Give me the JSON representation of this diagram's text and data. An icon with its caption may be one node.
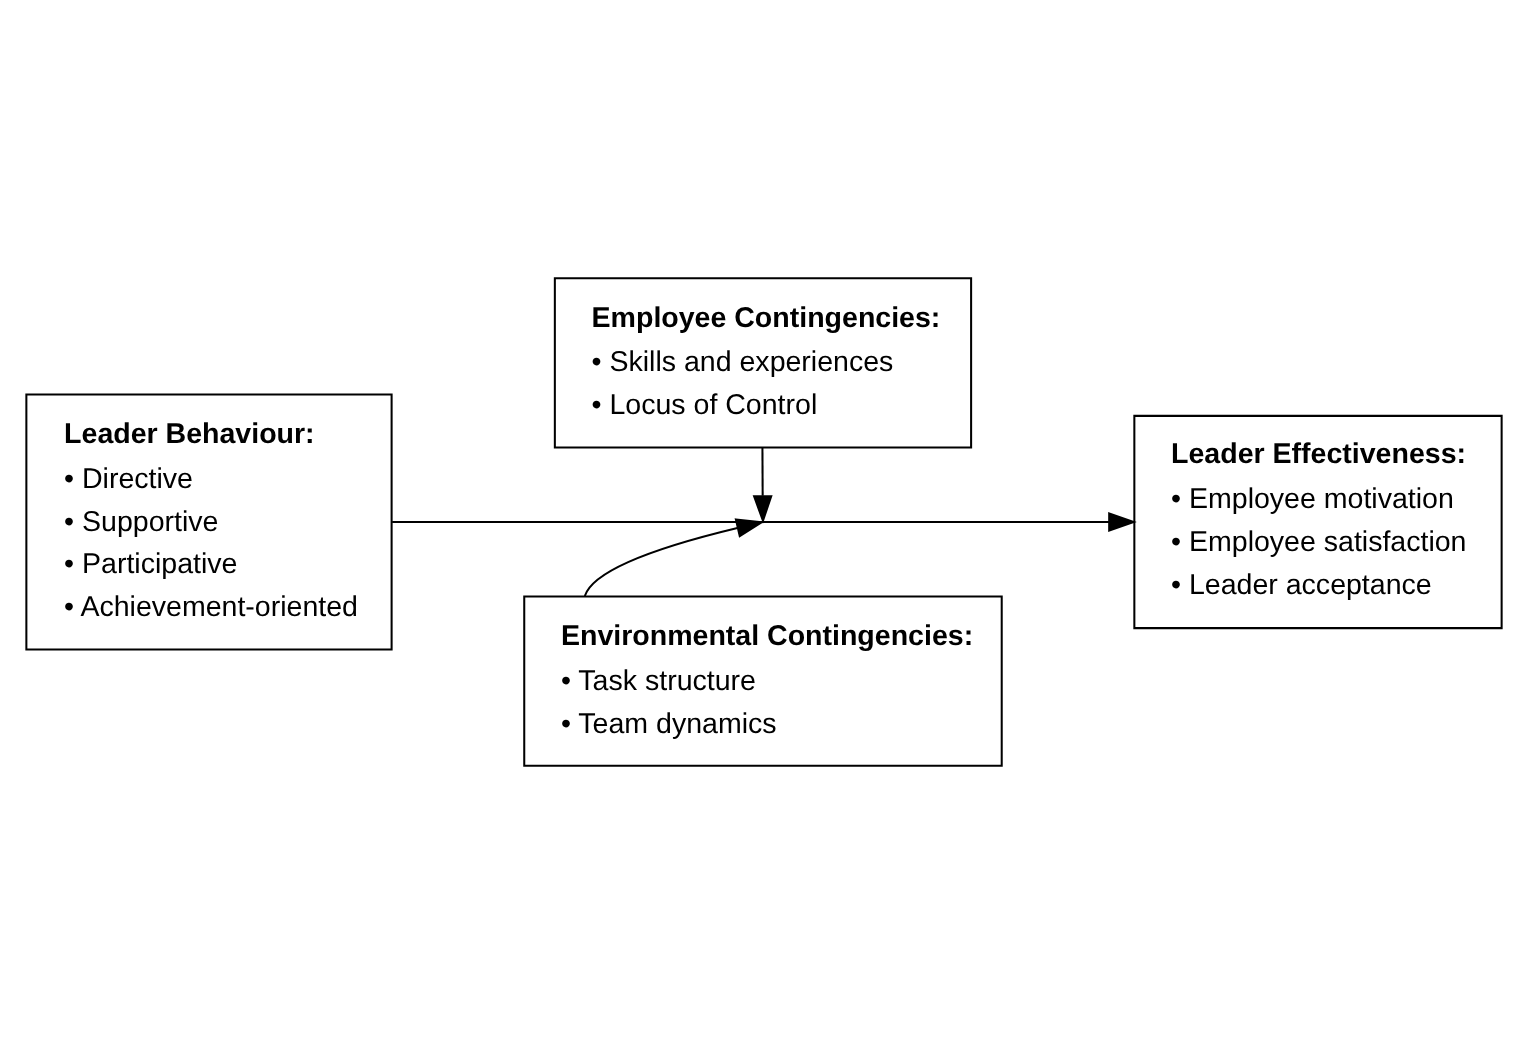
{
  "diagram": {
    "nodes": [
      {
        "text": [
          "Employee Contingencies:",
          "• Skills and experiences",
          "• Locus of Control"
        ]
      },
      {
        "text": [
          "Leader Behaviour:",
          "• Directive",
          "• Supportive",
          "• Participative",
          "• Achievement-oriented"
        ]
      },
      {
        "text": [
          "Leader Effectiveness:",
          "• Employee motivation",
          "• Employee satisfaction",
          "• Leader acceptance"
        ]
      },
      {
        "text": [
          "Environmental Contingencies:",
          "• Task structure",
          "• Team dynamics"
        ]
      }
    ],
    "edges": [
      {
        "from": 0,
        "to": null,
        "arrow": "to"
      },
      {
        "from": 1,
        "to": 2,
        "arrow": "to"
      },
      {
        "from": 3,
        "to": null,
        "arrow": "to"
      }
    ]
  }
}
